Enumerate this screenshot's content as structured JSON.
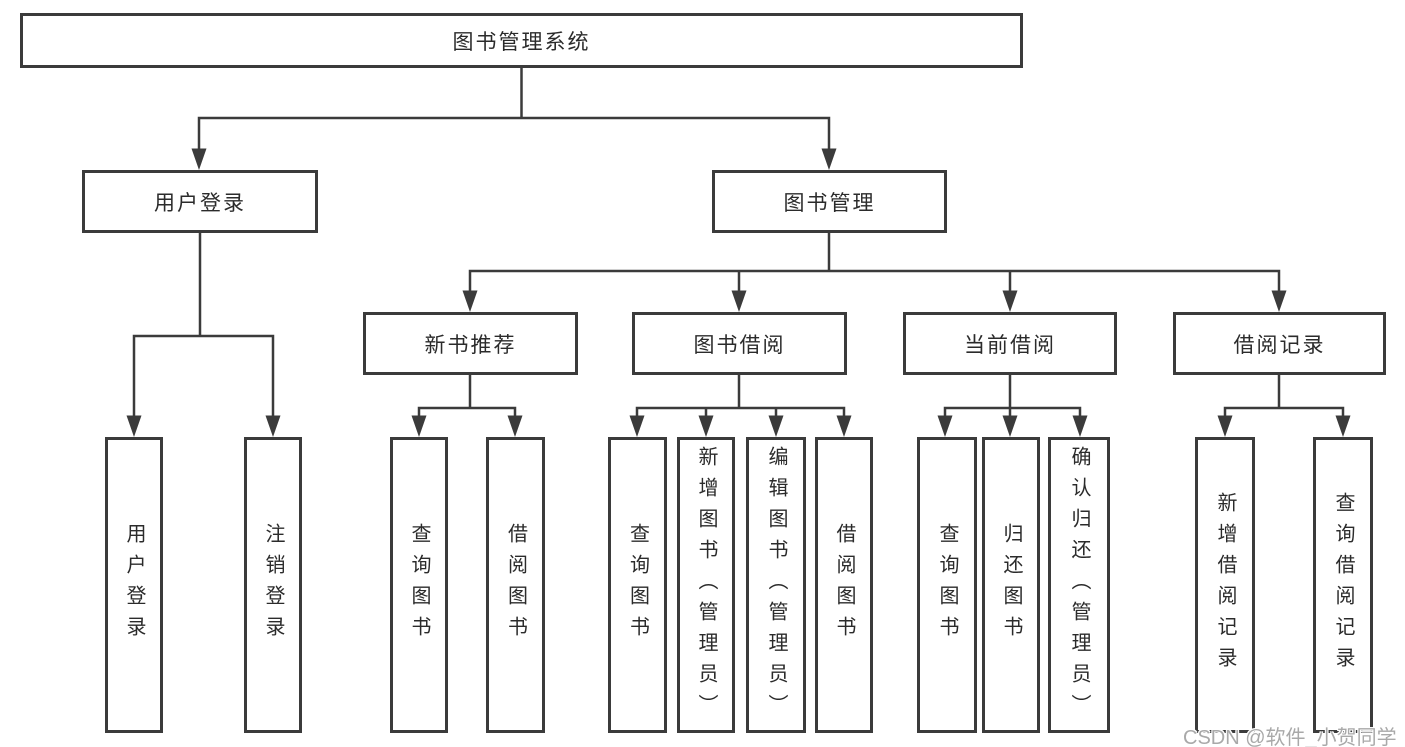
{
  "diagram_type": "hierarchy",
  "tree": {
    "label": "图书管理系统",
    "children": [
      {
        "label": "用户登录",
        "children": [
          {
            "label": "用户登录"
          },
          {
            "label": "注销登录"
          }
        ]
      },
      {
        "label": "图书管理",
        "children": [
          {
            "label": "新书推荐",
            "children": [
              {
                "label": "查询图书"
              },
              {
                "label": "借阅图书"
              }
            ]
          },
          {
            "label": "图书借阅",
            "children": [
              {
                "label": "查询图书"
              },
              {
                "label": "新增图书（管理员）"
              },
              {
                "label": "编辑图书（管理员）"
              },
              {
                "label": "借阅图书"
              }
            ]
          },
          {
            "label": "当前借阅",
            "children": [
              {
                "label": "查询图书"
              },
              {
                "label": "归还图书"
              },
              {
                "label": "确认归还（管理员）"
              }
            ]
          },
          {
            "label": "借阅记录",
            "children": [
              {
                "label": "新增借阅记录"
              },
              {
                "label": "查询借阅记录"
              }
            ]
          }
        ]
      }
    ]
  },
  "watermark": {
    "text": "CSDN @软件_小贺同学"
  },
  "colors": {
    "line": "#3b3b3b",
    "box_border": "#3b3b3b",
    "text": "#2b2b2b",
    "watermark_text": "#a9a9a9",
    "background": "#ffffff"
  }
}
